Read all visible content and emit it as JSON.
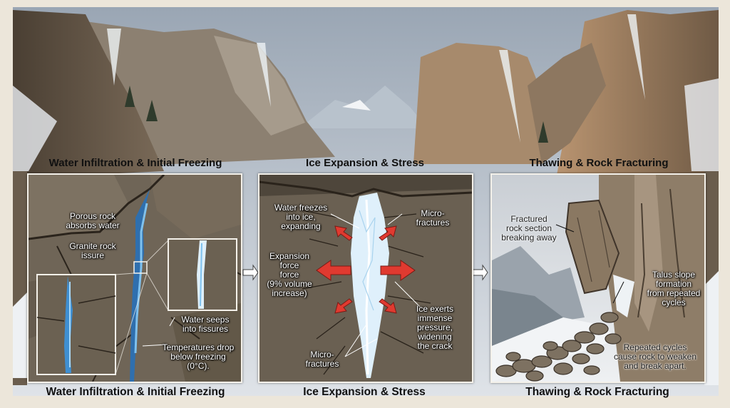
{
  "titles": {
    "top": [
      "Water Infiltration & Initial Freezing",
      "Ice Expansion & Stress",
      "Thawing & Rock Fracturing"
    ],
    "bottom": [
      "Water Infiltration & Initial Freezing",
      "Ice Expansion & Stress",
      "Thawing & Rock Fracturing"
    ]
  },
  "panel1": {
    "porous": [
      "Porous rock",
      "absorbs water"
    ],
    "granite": [
      "Granite rock",
      "issure"
    ],
    "seeps": [
      "Water seeps",
      "into fissures"
    ],
    "temps": [
      "Temperatures drop",
      "below freezing",
      "(0°C)."
    ]
  },
  "panel2": {
    "freezes": [
      "Water freezes",
      "into ice,",
      "expanding"
    ],
    "micro_top": [
      "Micro-",
      "fractures"
    ],
    "expansion": [
      "Expansion",
      "force",
      "force",
      "(9% volume",
      "increase)"
    ],
    "exerts": [
      "Ice exerts",
      "immense",
      "pressure,",
      "widening",
      "the crack"
    ],
    "micro_bottom": [
      "Micro-",
      "fractures"
    ]
  },
  "panel3": {
    "fractured": [
      "Fractured",
      "rock section",
      "breaking away"
    ],
    "talus": [
      "Talus slope",
      "formation",
      "from repeated",
      "cycles"
    ],
    "repeated": [
      "Repeated cycles",
      "cause rock to weaken",
      "and break apart."
    ]
  },
  "colors": {
    "ice": "#dff0fb",
    "water": "#3a8fd0",
    "arrow": "#e03a30",
    "rock": "#6e6456"
  }
}
